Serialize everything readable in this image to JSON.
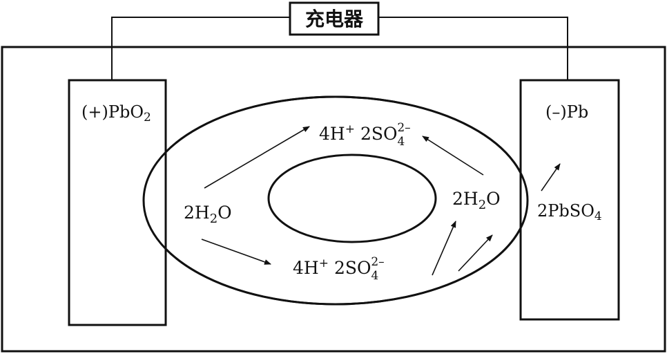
{
  "charger": {
    "label": "充电器"
  },
  "positive_electrode": {
    "sign": "(+)",
    "formula": "PbO",
    "subscript": "2"
  },
  "negative_electrode": {
    "sign": "(–)",
    "formula": "Pb"
  },
  "left_water": {
    "coef": "2H",
    "sub": "2",
    "tail": "O"
  },
  "right_water": {
    "coef": "2H",
    "sub": "2",
    "tail": "O"
  },
  "products_top": {
    "h": "4H",
    "h_charge": "+",
    "sulfate": "2SO",
    "sub": "4",
    "charge": "2–"
  },
  "products_bottom": {
    "h": "4H",
    "h_charge": "+",
    "sulfate": "2SO",
    "sub": "4",
    "charge": "2–"
  },
  "lead_sulfate": {
    "text": "2PbSO",
    "sub": "4"
  },
  "colors": {
    "stroke": "#111111",
    "background": "#ffffff"
  }
}
